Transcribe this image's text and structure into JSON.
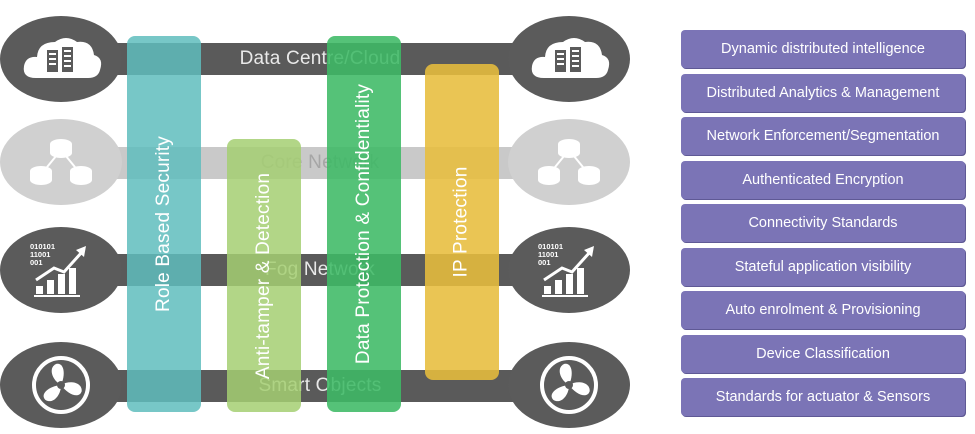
{
  "layers": [
    {
      "label": "Data Centre/Cloud",
      "icon": "server-cloud-icon",
      "tone": "dark"
    },
    {
      "label": "Core Network",
      "icon": "network-nodes-icon",
      "tone": "light"
    },
    {
      "label": "Fog Network",
      "icon": "binary-growth-chart-icon",
      "tone": "dark"
    },
    {
      "label": "Smart Objects",
      "icon": "fan-icon",
      "tone": "dark"
    }
  ],
  "columns": [
    {
      "label": "Role Based Security",
      "color": "#5fbdbd"
    },
    {
      "label": "Anti-tamper & Detection",
      "color": "#a4cf72"
    },
    {
      "label": "Data Protection & Confidentiality",
      "color": "#3dba65"
    },
    {
      "label": "IP Protection",
      "color": "#e7bd3c"
    }
  ],
  "capabilities": [
    "Dynamic distributed intelligence",
    "Distributed Analytics & Management",
    "Network Enforcement/Segmentation",
    "Authenticated Encryption",
    "Connectivity Standards",
    "Stateful application visibility",
    "Auto enrolment & Provisioning",
    "Device Classification",
    "Standards for actuator & Sensors"
  ],
  "binary_text": [
    "010101",
    "11001",
    "001"
  ],
  "colors": {
    "dark_band": "#5a5a5a",
    "light_band": "#c9c9c9",
    "capability_fill": "#7b74b6"
  }
}
